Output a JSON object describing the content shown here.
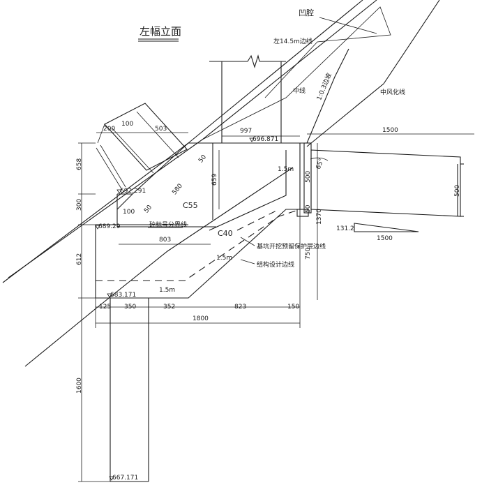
{
  "title": "左幅立面",
  "labels": {
    "concave": "凹腔",
    "edge_line": "左14.5m边线",
    "center_line": "中线",
    "slope": "1:0.3边坡",
    "weathered": "中风化线",
    "c55": "C55",
    "c40": "C40",
    "grade_boundary": "砼标号分界线",
    "excavation_line": "基坑开挖预留保护层边线",
    "design_line": "结构设计边线",
    "thick_1": "1.5m",
    "thick_2": "1.5m",
    "thick_3": "1.5m",
    "angle": "65°"
  },
  "elevations": {
    "top": "696.871",
    "step_upper": "692.291",
    "step_lower": "689.29",
    "base": "683.171",
    "pile_bottom": "667.171"
  },
  "dimensions": {
    "d200": "200",
    "d100_top": "100",
    "d503": "503",
    "d997": "997",
    "d1500_top": "1500",
    "d658": "658",
    "d300": "300",
    "d612": "612",
    "d1600": "1600",
    "d580": "580",
    "d50_a": "50",
    "d50_b": "50",
    "d100_mid": "100",
    "d659": "659",
    "d500_left": "500",
    "d50_c": "50",
    "d500_right": "500",
    "d1370": "1370",
    "d750": "750",
    "d131": "131.2",
    "d1500_mid": "1500",
    "d803": "803",
    "d125": "125",
    "d350": "350",
    "d352": "352",
    "d823": "823",
    "d150": "150",
    "d1800": "1800"
  }
}
